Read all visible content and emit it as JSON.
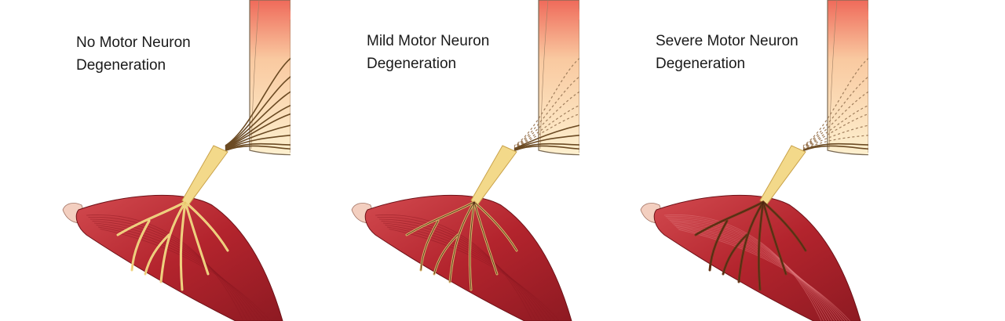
{
  "panels": [
    {
      "label_line1": "No Motor Neuron",
      "label_line2": "Degeneration",
      "degeneration": "none"
    },
    {
      "label_line1": "Mild Motor Neuron",
      "label_line2": "Degeneration",
      "degeneration": "mild"
    },
    {
      "label_line1": "Severe Motor Neuron",
      "label_line2": "Degeneration",
      "degeneration": "severe"
    }
  ],
  "colors": {
    "muscle": "#b3242d",
    "muscle_dark": "#8e1a22",
    "muscle_light": "#d24a4f",
    "tendon": "#f3cfc0",
    "nerve": "#f3d98a",
    "nerve_outline": "#c9a24a",
    "axon_healthy": "#6b4a23",
    "axon_dead": "#a07e5c",
    "neuron_healthy": "#f6dc8c",
    "neuron_dead": "#8b1a1f",
    "cord_top": "#ef6a5a",
    "cord_bottom": "#fdf0cf"
  }
}
